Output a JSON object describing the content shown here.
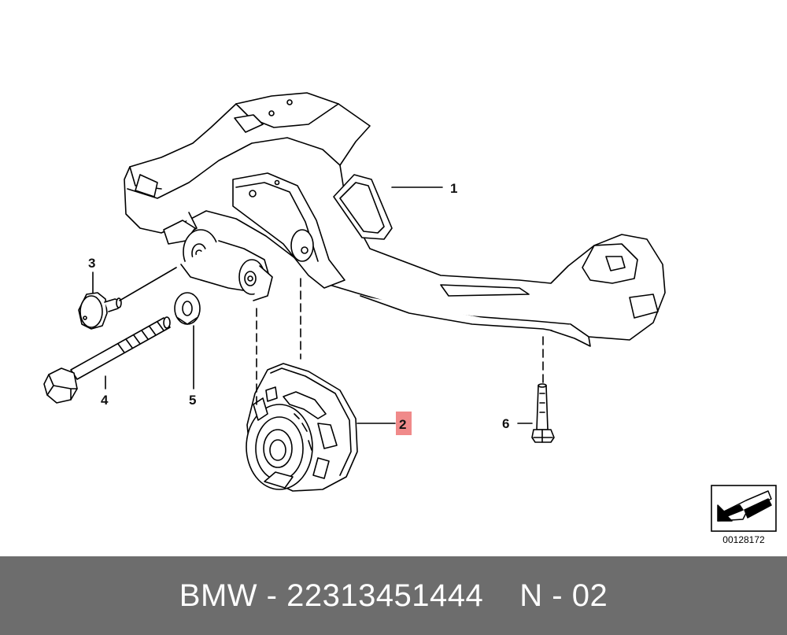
{
  "diagram": {
    "callouts": [
      {
        "id": "1",
        "label": "1"
      },
      {
        "id": "2",
        "label": "2"
      },
      {
        "id": "3",
        "label": "3"
      },
      {
        "id": "4",
        "label": "4"
      },
      {
        "id": "5",
        "label": "5"
      },
      {
        "id": "6",
        "label": "6"
      }
    ],
    "highlighted_part": "2",
    "highlight_color": "#f08a8a",
    "reference_number": "00128172",
    "reference_icon": "arrow-symbol-icon"
  },
  "footer": {
    "brand": "BMW",
    "part_number": "22313451444",
    "note": "N - 02",
    "background_color": "#6d6d6d"
  }
}
